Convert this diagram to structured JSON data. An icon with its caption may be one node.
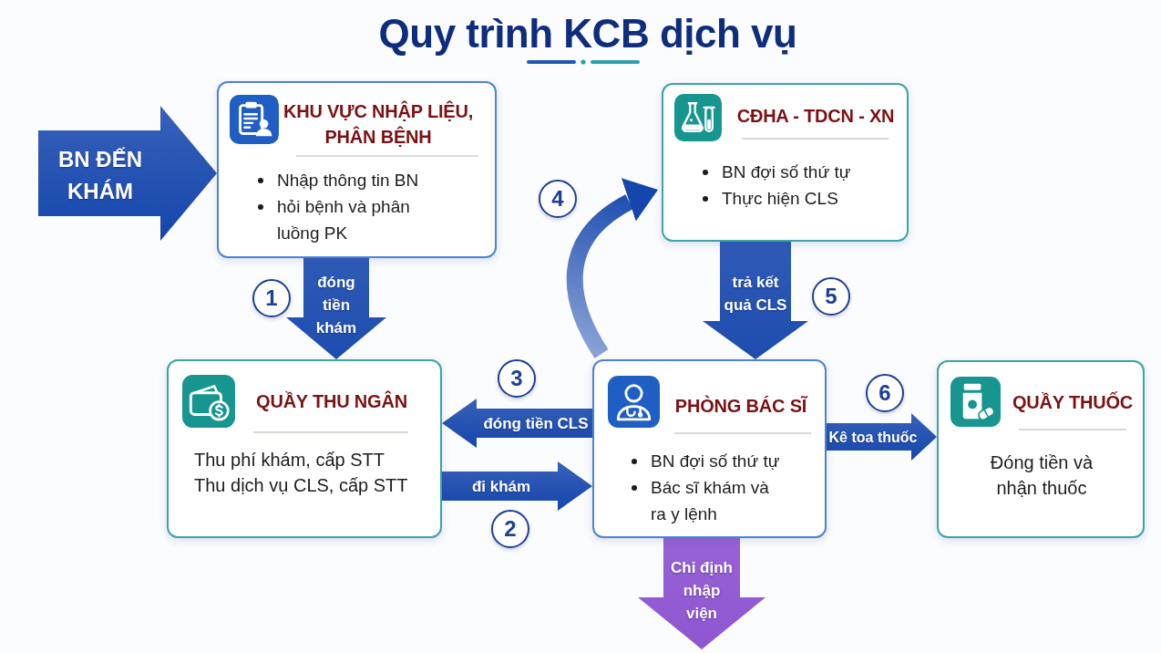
{
  "diagram": {
    "title": "Quy trình KCB dịch vụ",
    "nodes": [
      {
        "text": [
          "KHU VỰC NHẬP LIỆU, PHÂN BỆNH",
          "Nhập thông tin BN",
          "hỏi bệnh và phân luồng PK"
        ]
      },
      {
        "text": [
          "CĐHA - TDCN - XN",
          "BN đợi số thứ tự",
          "Thực hiện CLS"
        ]
      },
      {
        "text": [
          "QUẦY THU NGÂN",
          "Thu phí khám, cấp STT",
          "Thu dịch vụ CLS, cấp STT"
        ]
      },
      {
        "text": [
          "PHÒNG BÁC SĨ",
          "BN đợi số thứ tự",
          "Bác sĩ khám và ra y lệnh"
        ]
      },
      {
        "text": [
          "QUẦY THUỐC",
          "Đóng tiền và nhận thuốc"
        ]
      }
    ],
    "edges": [
      {
        "from": null,
        "to": 0,
        "arrow": "to",
        "label": "BN ĐẾN KHÁM",
        "style": "thick"
      },
      {
        "from": 0,
        "to": 2,
        "arrow": "to",
        "label": "đóng tiền khám",
        "style": "thick"
      },
      {
        "from": 2,
        "to": 3,
        "arrow": "to",
        "label": "đi khám",
        "style": "thick"
      },
      {
        "from": 3,
        "to": 2,
        "arrow": "to",
        "label": "đóng tiền CLS",
        "style": "thick"
      },
      {
        "from": 3,
        "to": 1,
        "arrow": "to",
        "style": "thick"
      },
      {
        "from": 1,
        "to": 3,
        "arrow": "to",
        "label": "trả kết quả CLS",
        "style": "thick"
      },
      {
        "from": 3,
        "to": 4,
        "arrow": "to",
        "label": "Kê toa thuốc",
        "style": "thick"
      },
      {
        "from": 3,
        "to": null,
        "arrow": "to",
        "label": "Chỉ định nhập viện",
        "style": "thick",
        "color": "#8a4fd0"
      }
    ],
    "labels": [
      "4",
      "1",
      "5",
      "3",
      "6",
      "2"
    ]
  }
}
